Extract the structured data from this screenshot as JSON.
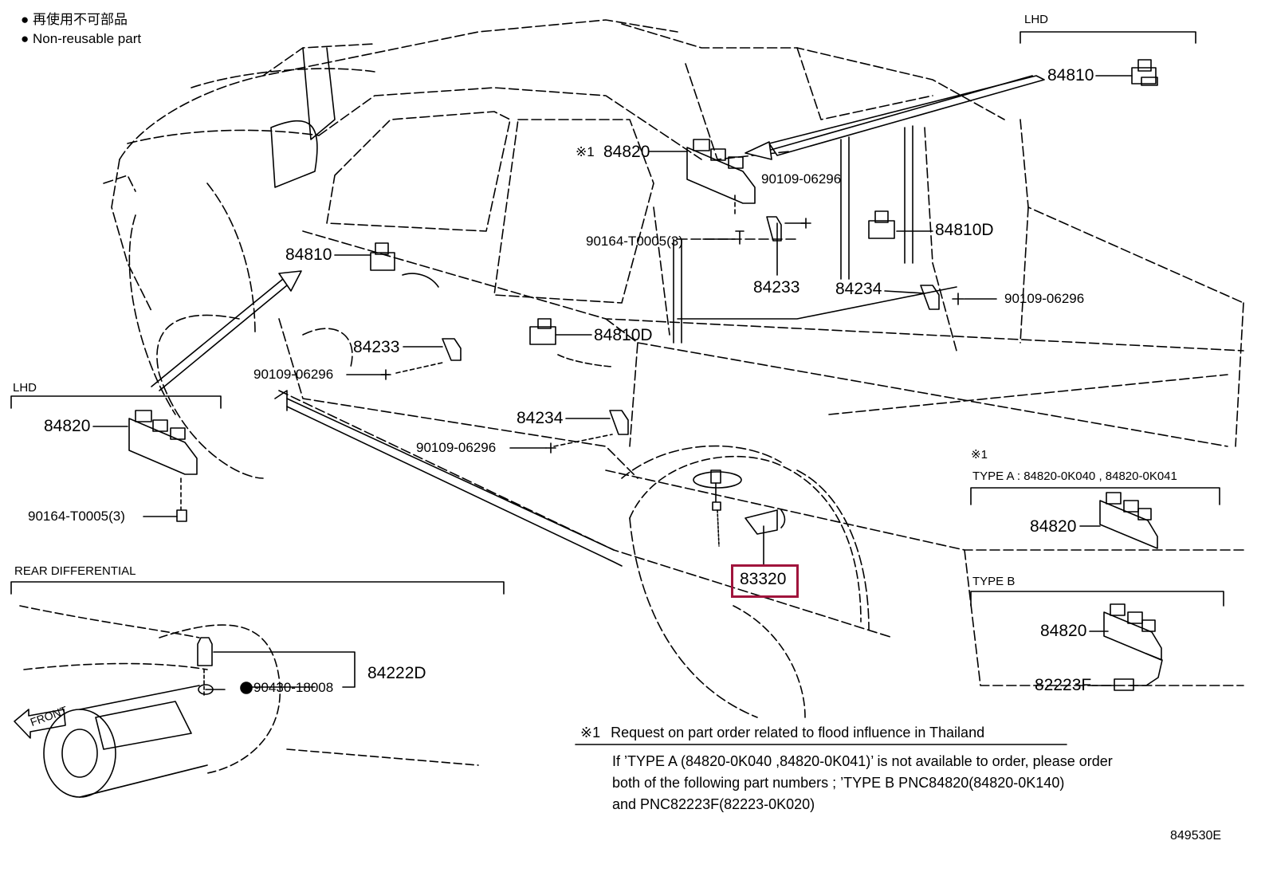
{
  "legend": {
    "symbol": "●",
    "line_jp": "再使用不可部品",
    "line_en": "Non-reusable part"
  },
  "sections": {
    "lhd_top": "LHD",
    "lhd_left": "LHD",
    "rear_differential": "REAR DIFFERENTIAL",
    "type_note_mark": "※1",
    "type_a": "TYPE A : 84820-0K040 , 84820-0K041",
    "type_b": "TYPE B",
    "front": "FRONT"
  },
  "labels": {
    "p84810_top": "84810",
    "p84820_main": "84820",
    "p84820_mark": "※1",
    "p90109_06296_a": "90109-06296",
    "p90164_t0005_main": "90164-T0005(3)",
    "p84810d_right": "84810D",
    "p84810_left": "84810",
    "p84233_mid": "84233",
    "p84234_mid": "84234",
    "p90109_06296_b": "90109-06296",
    "p84810d_center": "84810D",
    "p84233_left": "84233",
    "p90109_06296_c": "90109-06296",
    "p84234_left": "84234",
    "p90109_06296_d": "90109-06296",
    "p84820_lhd": "84820",
    "p90164_t0005_lhd": "90164-T0005(3)",
    "p83320": "83320",
    "p84820_type_a": "84820",
    "p84820_type_b": "84820",
    "p82223f": "82223F",
    "p84222d": "84222D",
    "p90430_18008": "90430-18008"
  },
  "note": {
    "mark": "※1",
    "title": "Request on part order related to flood influence in Thailand",
    "line1": "If ’TYPE A (84820-0K040 ,84820-0K041)’ is not available to order, please order",
    "line2": "both of the following part numbers ; ’TYPE B PNC84820(84820-0K140)",
    "line3": "and PNC82223F(82223-0K020)"
  },
  "diagram_id": "849530E",
  "highlight_color": "#a0143c"
}
